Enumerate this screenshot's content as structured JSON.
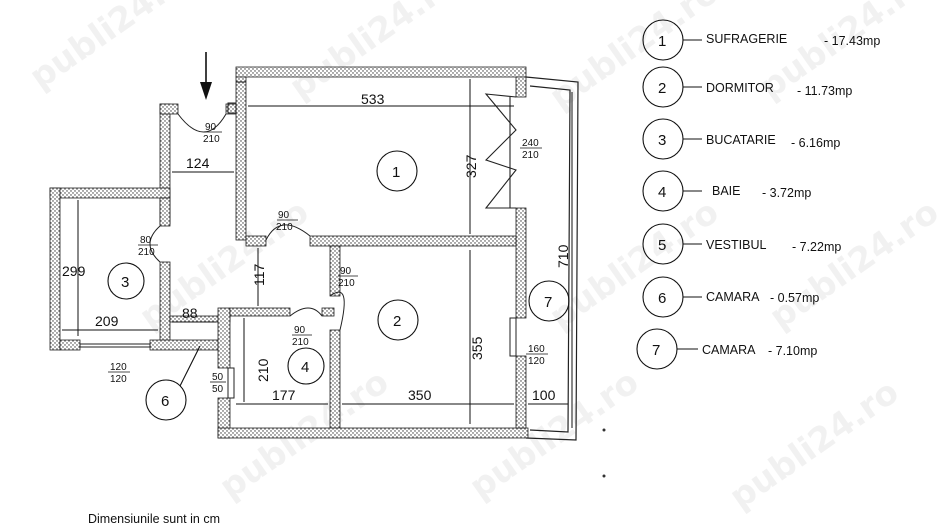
{
  "plan": {
    "dimensions": {
      "d533": "533",
      "d327": "327",
      "d124": "124",
      "d299": "299",
      "d209": "209",
      "d88": "88",
      "d117": "117",
      "d210": "210",
      "d177": "177",
      "d350": "350",
      "d355": "355",
      "d710": "710",
      "d100": "100"
    },
    "openings": {
      "door_entry": [
        "90",
        "210"
      ],
      "window_living": [
        "240",
        "210"
      ],
      "door_living": [
        "90",
        "210"
      ],
      "door_kitchen": [
        "80",
        "210"
      ],
      "door_bedroom": [
        "90",
        "210"
      ],
      "door_bath": [
        "90",
        "210"
      ],
      "window_bedroom": [
        "160",
        "120"
      ],
      "window_kitchen": [
        "120",
        "120"
      ],
      "window_bath": [
        "50",
        "50"
      ]
    },
    "room_markers": [
      "1",
      "2",
      "3",
      "4",
      "6",
      "7"
    ]
  },
  "legend": [
    {
      "num": "1",
      "name": "SUFRAGERIE",
      "area": "- 17.43mp"
    },
    {
      "num": "2",
      "name": "DORMITOR",
      "area": "- 11.73mp"
    },
    {
      "num": "3",
      "name": "BUCATARIE",
      "area": "- 6.16mp"
    },
    {
      "num": "4",
      "name": "BAIE",
      "area": "- 3.72mp"
    },
    {
      "num": "5",
      "name": "VESTIBUL",
      "area": "- 7.22mp"
    },
    {
      "num": "6",
      "name": "CAMARA",
      "area": "- 0.57mp"
    },
    {
      "num": "7",
      "name": "CAMARA",
      "area": "- 7.10mp"
    }
  ],
  "footer": "Dimensiunile sunt in cm",
  "watermark": "publi24.ro"
}
